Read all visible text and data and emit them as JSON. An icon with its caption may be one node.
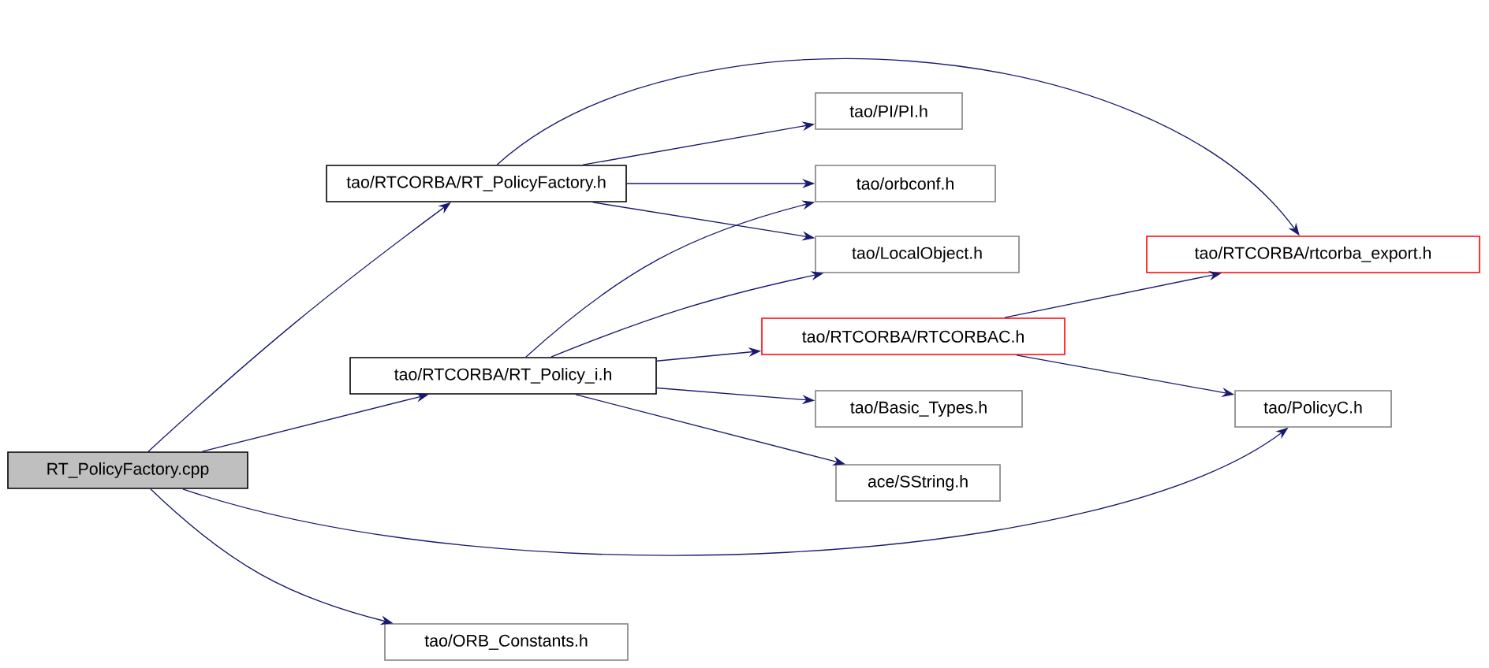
{
  "diagram": {
    "nodes": [
      {
        "text": [
          "RT_PolicyFactory.cpp"
        ]
      },
      {
        "text": [
          "tao/RTCORBA/RT_PolicyFactory.h"
        ]
      },
      {
        "text": [
          "tao/PI/PI.h"
        ]
      },
      {
        "text": [
          "tao/orbconf.h"
        ]
      },
      {
        "text": [
          "tao/LocalObject.h"
        ]
      },
      {
        "text": [
          "tao/RTCORBA/rtcorba_export.h"
        ]
      },
      {
        "text": [
          "tao/RTCORBA/RT_Policy_i.h"
        ]
      },
      {
        "text": [
          "tao/RTCORBA/RTCORBAC.h"
        ]
      },
      {
        "text": [
          "tao/PolicyC.h"
        ]
      },
      {
        "text": [
          "tao/Basic_Types.h"
        ]
      },
      {
        "text": [
          "ace/SString.h"
        ]
      },
      {
        "text": [
          "tao/ORB_Constants.h"
        ]
      }
    ],
    "edges": [
      {
        "from": 0,
        "to": 1,
        "arrow": "to"
      },
      {
        "from": 0,
        "to": 6,
        "arrow": "to"
      },
      {
        "from": 0,
        "to": 8,
        "arrow": "to"
      },
      {
        "from": 0,
        "to": 11,
        "arrow": "to"
      },
      {
        "from": 1,
        "to": 5,
        "arrow": "to"
      },
      {
        "from": 1,
        "to": 2,
        "arrow": "to"
      },
      {
        "from": 1,
        "to": 3,
        "arrow": "to"
      },
      {
        "from": 1,
        "to": 4,
        "arrow": "to"
      },
      {
        "from": 6,
        "to": 3,
        "arrow": "to"
      },
      {
        "from": 6,
        "to": 4,
        "arrow": "to"
      },
      {
        "from": 6,
        "to": 7,
        "arrow": "to"
      },
      {
        "from": 6,
        "to": 9,
        "arrow": "to"
      },
      {
        "from": 6,
        "to": 10,
        "arrow": "to"
      },
      {
        "from": 7,
        "to": 5,
        "arrow": "to"
      },
      {
        "from": 7,
        "to": 8,
        "arrow": "to"
      }
    ]
  }
}
